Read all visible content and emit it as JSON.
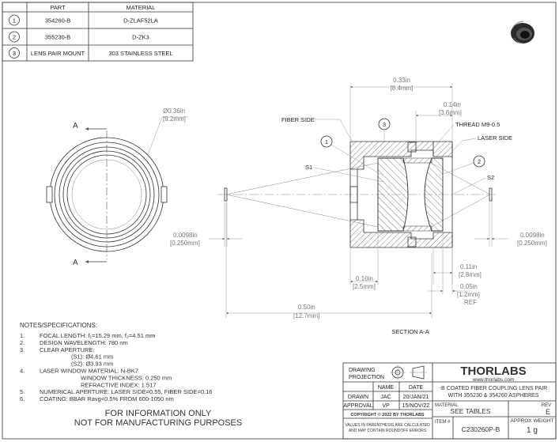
{
  "parts_table": {
    "headers": [
      "PART",
      "MATERIAL"
    ],
    "rows": [
      {
        "num": "1",
        "part": "354260-B",
        "material": "D-ZLAF52LA"
      },
      {
        "num": "2",
        "part": "355230-B",
        "material": "D-ZK3"
      },
      {
        "num": "3",
        "part": "LENS PAIR MOUNT",
        "material": "303 STAINLESS STEEL"
      }
    ]
  },
  "front_view": {
    "diameter_in": "Ø0.36in",
    "diameter_mm": "[9.2mm]",
    "section_marker": "A"
  },
  "section_view": {
    "overall_length_in": "0.33in",
    "overall_length_mm": "[8.4mm]",
    "thread_length_in": "0.14in",
    "thread_length_mm": "[3.6mm]",
    "fiber_side": "FIBER SIDE",
    "thread": "THREAD M9-0.5",
    "laser_side": "LASER SIDE",
    "s1": "S1",
    "s2": "S2",
    "balloon_1": "1",
    "balloon_2": "2",
    "balloon_3": "3",
    "left_gap_in": "0.0098in",
    "left_gap_mm": "[0.250mm]",
    "right_gap_in": "0.0098in",
    "right_gap_mm": "[0.250mm]",
    "dim_011_in": "0.11in",
    "dim_011_mm": "[2.8mm]",
    "dim_010_in": "0.10in",
    "dim_010_mm": "[2.5mm]",
    "dim_005_in": "0.05in",
    "dim_005_mm": "[1.2mm]",
    "ref": "REF",
    "dim_050_in": "0.50in",
    "dim_050_mm": "[12.7mm]",
    "section_label": "SECTION A-A"
  },
  "notes": {
    "title": "NOTES/SPECIFICATIONS:",
    "items": [
      {
        "num": "1.",
        "text": "FOCAL LENGTH: f₁=15.29 mm, f₂=4.51 mm"
      },
      {
        "num": "2.",
        "text": "DESIGN WAVELENGTH: 780 nm"
      },
      {
        "num": "3.",
        "text": "CLEAR APERTURE:"
      },
      {
        "num": "",
        "text": "(S1): Ø4.61 mm"
      },
      {
        "num": "",
        "text": "(S2): Ø3.93 mm"
      },
      {
        "num": "4.",
        "text": "LASER WINDOW MATERIAL: N-BK7"
      },
      {
        "num": "",
        "text": "WINDOW THICKNESS: 0.250 mm"
      },
      {
        "num": "",
        "text": "REFRACTIVE INDEX: 1.517"
      },
      {
        "num": "5.",
        "text": "NUMERICAL APERTURE: LASER SIDE=0.55, FIBER SIDE=0.16"
      },
      {
        "num": "6.",
        "text": "COATING: BBAR Ravg<0.5% FROM 600-1050 nm"
      }
    ],
    "disclaimer_1": "FOR INFORMATION ONLY",
    "disclaimer_2": "NOT FOR MANUFACTURING PURPOSES"
  },
  "title_block": {
    "projection_1": "DRAWING",
    "projection_2": "PROJECTION",
    "name_header": "NAME",
    "date_header": "DATE",
    "drawn_label": "DRAWN",
    "drawn_name": "JAC",
    "drawn_date": "20/JAN/21",
    "approval_label": "APPROVAL",
    "approval_name": "VP",
    "approval_date": "15/NOV/22",
    "copyright": "COPYRIGHT © 2022 BY THORLABS",
    "values_note_1": "VALUES IN PARENTHESIS ARE CALCULATED",
    "values_note_2": "AND MAY CONTAIN ROUNDOFF ERRORS",
    "logo": "THORLABS",
    "website": "www.thorlabs.com",
    "description_1": "-B COATED FIBER COUPLING LENS PAIR",
    "description_2": "WITH 355230 & 354260 ASPHERES",
    "material_label": "MATERIAL",
    "material_value": "SEE TABLES",
    "rev_label": "REV",
    "rev_value": "E",
    "item_label": "ITEM #",
    "item_value": "C230260P-B",
    "weight_label": "APPROX WEIGHT",
    "weight_value": "1 g"
  }
}
